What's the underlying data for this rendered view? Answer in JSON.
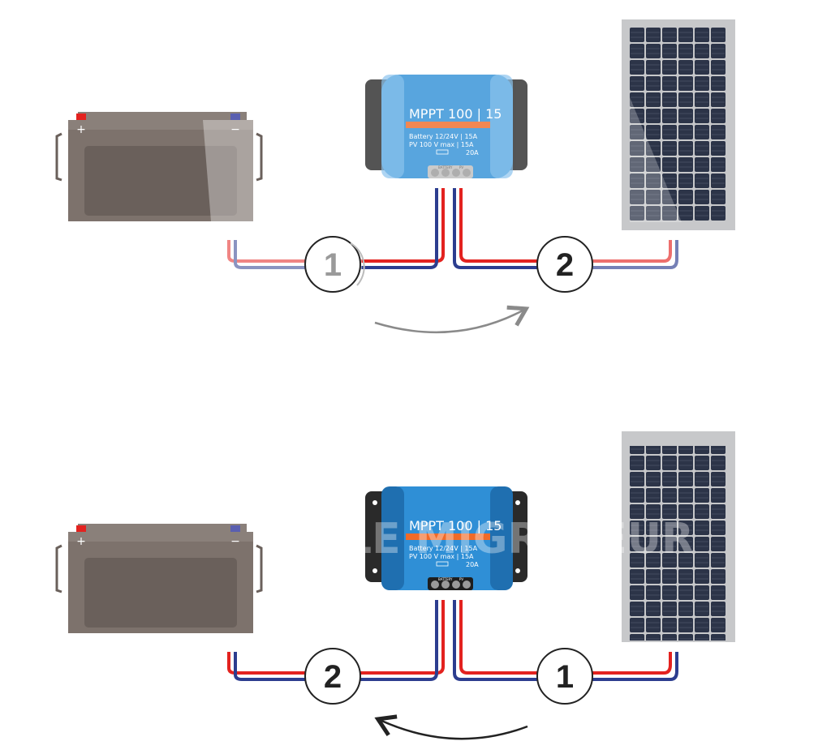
{
  "controller": {
    "model": "MPPT 100 | 15",
    "line_battery": "Battery 12/24V | 15A",
    "line_pv": "PV 100   V max | 15A",
    "line_fuse": "20A",
    "terminal_label_battery": "BATTERY",
    "terminal_label_pv": "PV"
  },
  "battery": {
    "plus_label": "+",
    "minus_label": "−"
  },
  "steps": {
    "top": {
      "battery_side": "1",
      "panel_side": "2",
      "direction": "left-to-right"
    },
    "bottom": {
      "battery_side": "2",
      "panel_side": "1",
      "direction": "right-to-left"
    }
  },
  "watermark": "LE MIGRATEUR",
  "colors": {
    "controller_blue": "#2f8fd6",
    "controller_stripe": "#f06a28",
    "wire_red": "#e3221f",
    "wire_blue": "#2c3d8f",
    "battery_body": "#7d726c",
    "panel_cell": "#2c3448",
    "panel_frame": "#c7c8ca"
  }
}
